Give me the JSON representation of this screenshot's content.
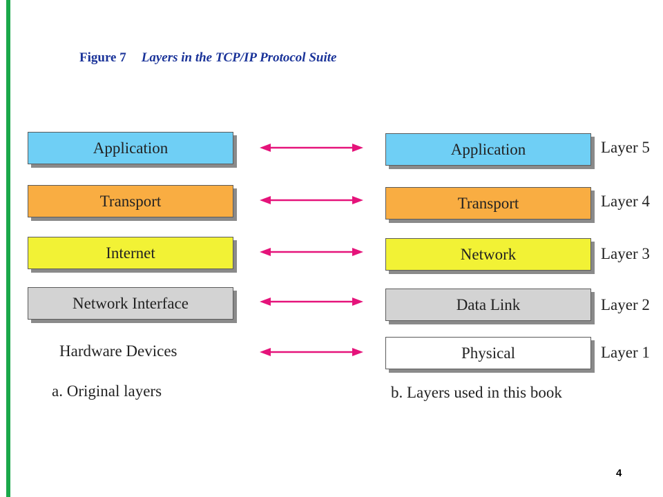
{
  "title": {
    "figure_number": "Figure 7",
    "caption": "Layers in the TCP/IP Protocol Suite"
  },
  "left_stack": {
    "layers": [
      "Application",
      "Transport",
      "Internet",
      "Network Interface"
    ],
    "bottom_label": "Hardware Devices",
    "caption": "a. Original layers"
  },
  "right_stack": {
    "layers": [
      "Application",
      "Transport",
      "Network",
      "Data Link",
      "Physical"
    ],
    "layer_numbers": [
      "Layer 5",
      "Layer 4",
      "Layer 3",
      "Layer 2",
      "Layer 1"
    ],
    "caption": "b. Layers used in this book"
  },
  "colors": {
    "application": "#6fcff5",
    "transport": "#f9ad42",
    "network": "#f2f235",
    "data_link": "#d3d3d3",
    "physical": "#ffffff",
    "arrow": "#e5137a"
  },
  "page_number": "4"
}
